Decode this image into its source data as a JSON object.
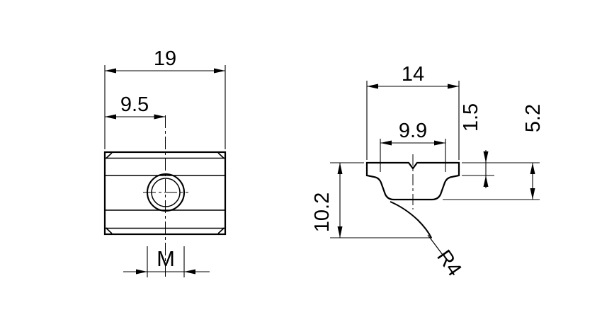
{
  "drawing": {
    "top_view": {
      "dim_width": "19",
      "dim_hole_offset": "9.5",
      "thread_label": "M"
    },
    "section_view": {
      "dim_width": "14",
      "dim_inner_width": "9.9",
      "dim_lip_height": "1.5",
      "dim_flange_height": "5.2",
      "dim_total_height": "10.2",
      "dim_radius": "R4"
    },
    "colors": {
      "line": "#000000",
      "background": "#ffffff"
    }
  }
}
